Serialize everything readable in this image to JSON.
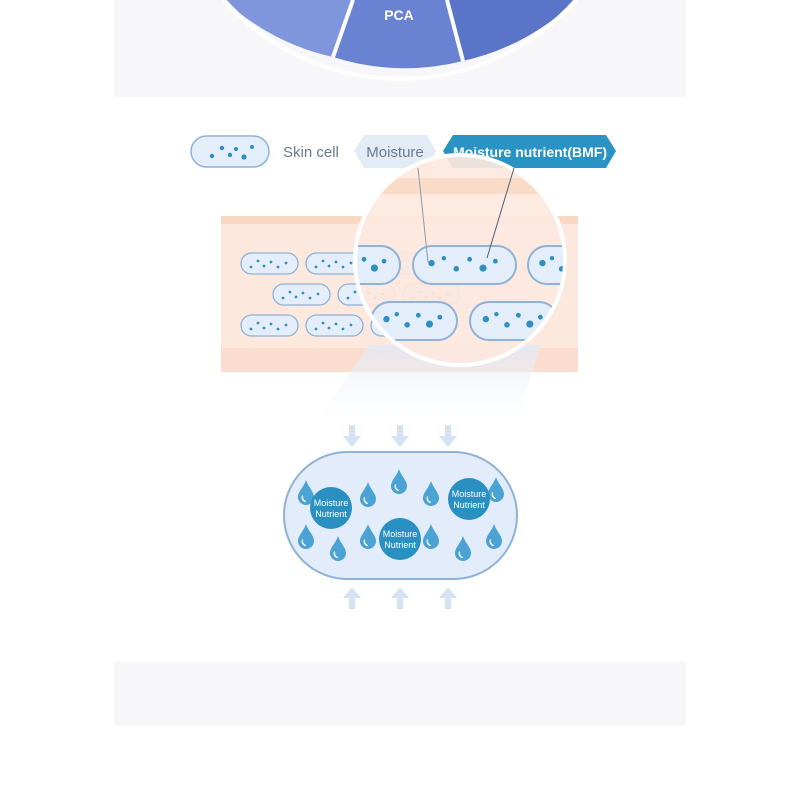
{
  "wheel": {
    "center_label": "PCA",
    "colors": [
      "#7f96dc",
      "#6a82d2",
      "#5a74c8"
    ]
  },
  "legend": {
    "skin_cell_label": "Skin cell",
    "moisture_label": "Moisture",
    "bmf_label": "Moisture nutrient(BMF)"
  },
  "cell_detail": {
    "nutrient_label_line1": "Moisture",
    "nutrient_label_line2": "Nutrient"
  },
  "colors": {
    "skin_layer": "#fde6dc",
    "skin_top": "#f8d8c3",
    "cell_fill": "#e4eefa",
    "cell_stroke": "#8fb2d7",
    "dot": "#2e8fc0",
    "moisture_tag": "#e3ebf6",
    "bmf_tag": "#2a93c5",
    "arrow": "#d5e3f5"
  }
}
